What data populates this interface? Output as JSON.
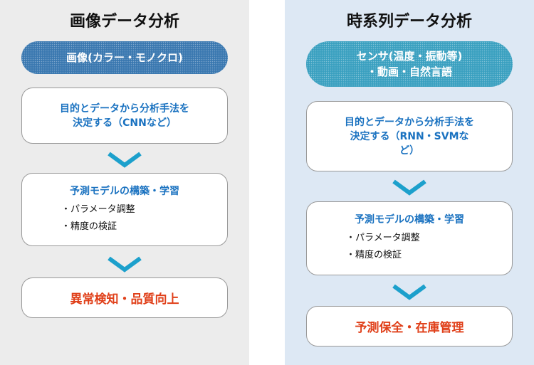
{
  "colors": {
    "left_pill": "#3a78b0",
    "right_pill": "#3aa0c0",
    "chevron": "#1ca0cc",
    "step_text": "#1a72c0",
    "result_text": "#e0401a"
  },
  "left": {
    "title": "画像データ分析",
    "input": "画像(カラー・モノクロ)",
    "step1": [
      "目的とデータから分析手法を",
      "決定する（CNNなど）"
    ],
    "step2": {
      "heading": "予測モデルの構築・学習",
      "items": [
        "・パラメータ調整",
        "・精度の検証"
      ]
    },
    "result": "異常検知・品質向上"
  },
  "right": {
    "title": "時系列データ分析",
    "input": [
      "センサ(温度・振動等)",
      "・動画・自然言語"
    ],
    "step1": [
      "目的とデータから分析手法を",
      "決定する（RNN・SVMな",
      "ど）"
    ],
    "step2": {
      "heading": "予測モデルの構築・学習",
      "items": [
        "・パラメータ調整",
        "・精度の検証"
      ]
    },
    "result": "予測保全・在庫管理"
  }
}
